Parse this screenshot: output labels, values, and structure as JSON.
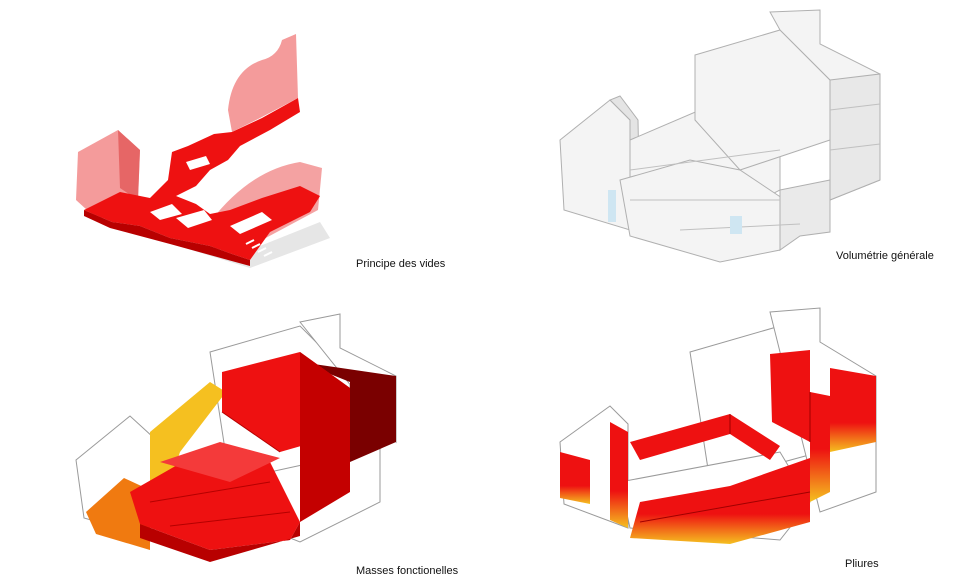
{
  "panels": [
    {
      "id": "vides",
      "caption": "Principe des vides"
    },
    {
      "id": "volumetrie",
      "caption": "Volumétrie générale"
    },
    {
      "id": "masses",
      "caption": "Masses fonctionelles"
    },
    {
      "id": "pliures",
      "caption": "Pliures"
    }
  ],
  "colors": {
    "red": "#ee1111",
    "red_dark": "#c40000",
    "pink_translucent": "#f07a7a",
    "maroon": "#7a0000",
    "orange": "#f07a10",
    "yellow": "#f5c020",
    "line": "#9a9a9a",
    "white_mass": "#f4f4f4"
  }
}
